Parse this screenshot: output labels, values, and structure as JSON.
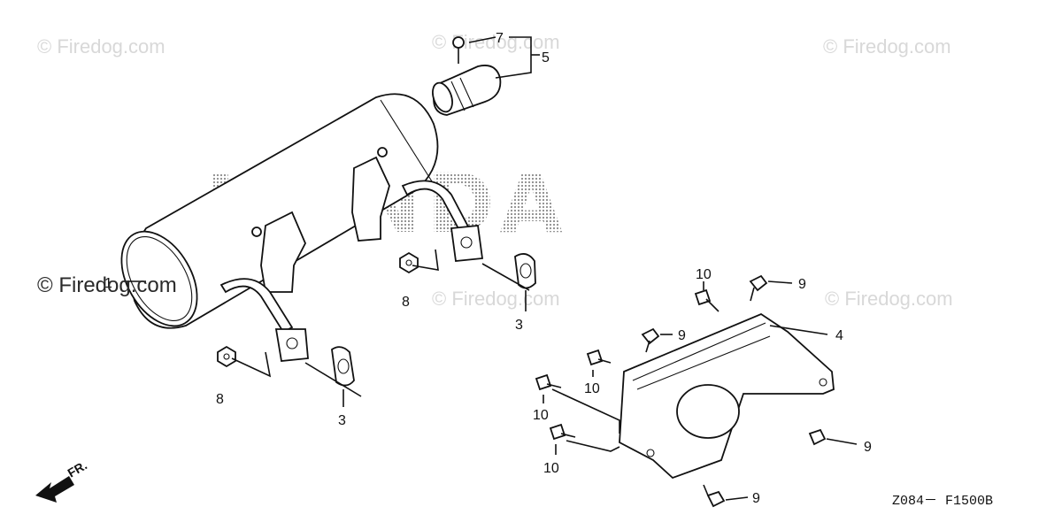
{
  "brand_watermark": "HONDA",
  "watermarks": [
    "© Firedog.com",
    "© Firedog.com",
    "© Firedog.com",
    "© Firedog.com",
    "© Firedog.com",
    "© Firedog.com"
  ],
  "callouts": {
    "muffler": "1",
    "gasket_left": "3",
    "gasket_right": "3",
    "protector": "4",
    "spark_arrester": "5",
    "screw": "7",
    "nut_left": "8",
    "nut_right": "8",
    "bolt_9_top": "9",
    "bolt_9_mid": "9",
    "bolt_9_right": "9",
    "bolt_9_bottom": "9",
    "bolt_10_top": "10",
    "bolt_10_a": "10",
    "bolt_10_b": "10",
    "bolt_10_c": "10"
  },
  "direction_label": "FR.",
  "diagram_code": "Z084－ F1500B"
}
